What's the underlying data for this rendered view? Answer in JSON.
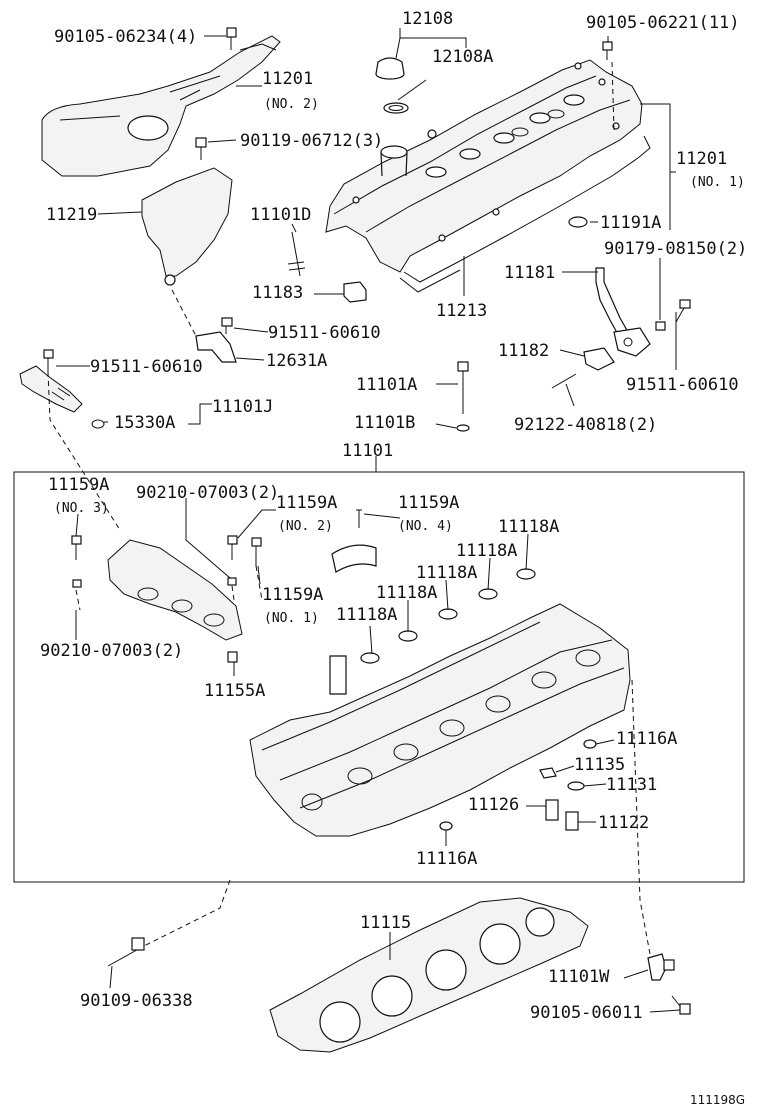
{
  "diagram": {
    "figure_code": "111198G",
    "assembly_box_label": "11101",
    "callouts": [
      {
        "id": "90105-06234-4",
        "text": "90105-06234(4)"
      },
      {
        "id": "12108",
        "text": "12108"
      },
      {
        "id": "12108A",
        "text": "12108A"
      },
      {
        "id": "90105-06221-11",
        "text": "90105-06221(11)"
      },
      {
        "id": "11201-no2",
        "text": "11201",
        "sub": "(NO. 2)"
      },
      {
        "id": "90119-06712-3",
        "text": "90119-06712(3)"
      },
      {
        "id": "11201-no1",
        "text": "11201",
        "sub": "(NO. 1)"
      },
      {
        "id": "11219",
        "text": "11219"
      },
      {
        "id": "11101D",
        "text": "11101D"
      },
      {
        "id": "11191A",
        "text": "11191A"
      },
      {
        "id": "90179-08150-2",
        "text": "90179-08150(2)"
      },
      {
        "id": "11181",
        "text": "11181"
      },
      {
        "id": "11183",
        "text": "11183"
      },
      {
        "id": "11213",
        "text": "11213"
      },
      {
        "id": "91511-60610-a",
        "text": "91511-60610"
      },
      {
        "id": "91511-60610-b",
        "text": "91511-60610"
      },
      {
        "id": "12631A",
        "text": "12631A"
      },
      {
        "id": "11182",
        "text": "11182"
      },
      {
        "id": "91511-60610-c",
        "text": "91511-60610"
      },
      {
        "id": "11101A",
        "text": "11101A"
      },
      {
        "id": "15330A",
        "text": "15330A"
      },
      {
        "id": "11101J",
        "text": "11101J"
      },
      {
        "id": "11101B",
        "text": "11101B"
      },
      {
        "id": "92122-40818-2",
        "text": "92122-40818(2)"
      },
      {
        "id": "11159A-no3",
        "text": "11159A",
        "sub": "(NO. 3)"
      },
      {
        "id": "90210-07003-2-a",
        "text": "90210-07003(2)"
      },
      {
        "id": "11159A-no2",
        "text": "11159A",
        "sub": "(NO. 2)"
      },
      {
        "id": "11159A-no4",
        "text": "11159A",
        "sub": "(NO. 4)"
      },
      {
        "id": "11118A-1",
        "text": "11118A"
      },
      {
        "id": "11118A-2",
        "text": "11118A"
      },
      {
        "id": "11118A-3",
        "text": "11118A"
      },
      {
        "id": "11118A-4",
        "text": "11118A"
      },
      {
        "id": "11118A-5",
        "text": "11118A"
      },
      {
        "id": "11159A-no1",
        "text": "11159A",
        "sub": "(NO. 1)"
      },
      {
        "id": "90210-07003-2-b",
        "text": "90210-07003(2)"
      },
      {
        "id": "11155A",
        "text": "11155A"
      },
      {
        "id": "11116A-1",
        "text": "11116A"
      },
      {
        "id": "11135",
        "text": "11135"
      },
      {
        "id": "11131",
        "text": "11131"
      },
      {
        "id": "11126",
        "text": "11126"
      },
      {
        "id": "11122",
        "text": "11122"
      },
      {
        "id": "11116A-2",
        "text": "11116A"
      },
      {
        "id": "11115",
        "text": "11115"
      },
      {
        "id": "11101W",
        "text": "11101W"
      },
      {
        "id": "90109-06338",
        "text": "90109-06338"
      },
      {
        "id": "90105-06011",
        "text": "90105-06011"
      }
    ]
  }
}
